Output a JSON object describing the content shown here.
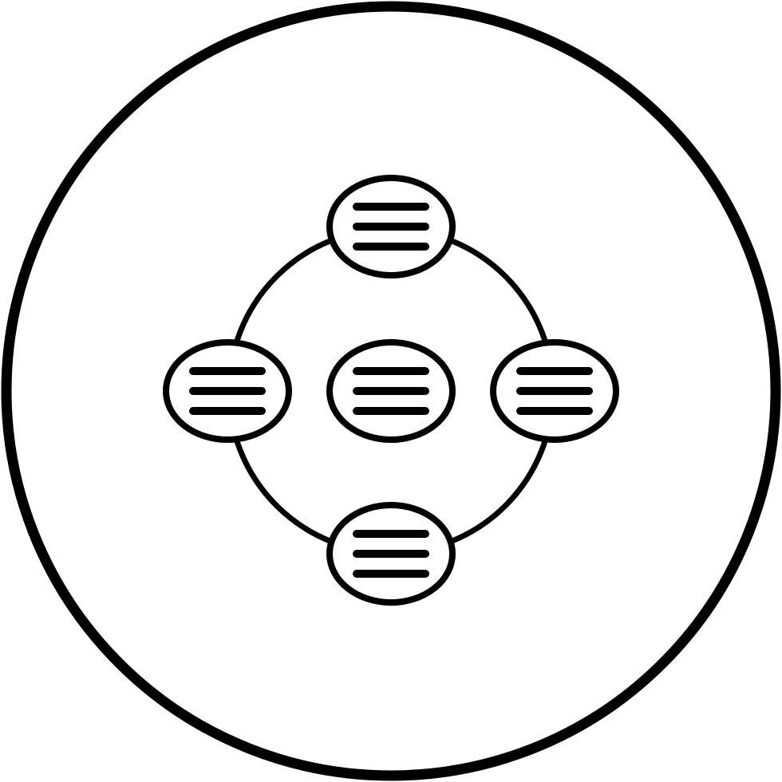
{
  "icon": {
    "name": "cycle-diagram-icon",
    "stroke_color": "#000000",
    "fill_color": "#ffffff",
    "nodes": [
      {
        "name": "node-top",
        "lines": 3
      },
      {
        "name": "node-left",
        "lines": 3
      },
      {
        "name": "node-center",
        "lines": 3
      },
      {
        "name": "node-right",
        "lines": 3
      },
      {
        "name": "node-bottom",
        "lines": 3
      }
    ]
  }
}
